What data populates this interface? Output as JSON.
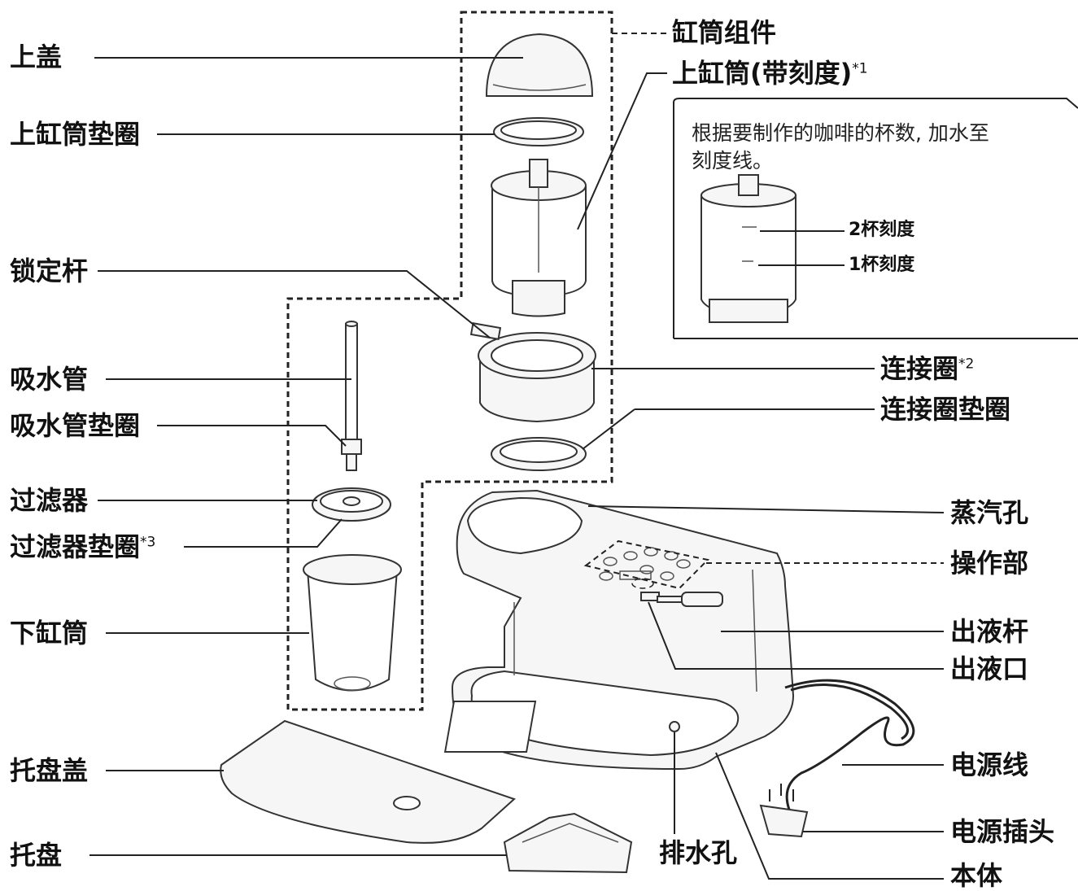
{
  "labels": {
    "lid": "上盖",
    "upper_gasket": "上缸筒垫圈",
    "lock_lever": "锁定杆",
    "siphon_tube": "吸水管",
    "siphon_gasket": "吸水管垫圈",
    "filter": "过滤器",
    "filter_gasket": "过滤器垫圈",
    "lower_cylinder": "下缸筒",
    "tray_cover": "托盘盖",
    "tray": "托盘",
    "cylinder_assembly": "缸筒组件",
    "upper_cylinder": "上缸筒(带刻度)",
    "connector_ring": "连接圈",
    "connector_gasket": "连接圈垫圈",
    "steam_hole": "蒸汽孔",
    "control_panel": "操作部",
    "dispense_lever": "出液杆",
    "outlet": "出液口",
    "power_cord": "电源线",
    "power_plug": "电源插头",
    "drain_hole": "排水孔",
    "body": "本体"
  },
  "footnotes": {
    "upper_cylinder": "*1",
    "connector_ring": "*2",
    "filter_gasket": "*3"
  },
  "callout": {
    "text_line1": "根据要制作的咖啡的杯数, 加水至",
    "text_line2": "刻度线。",
    "mark_2": "2杯刻度",
    "mark_1": "1杯刻度"
  }
}
